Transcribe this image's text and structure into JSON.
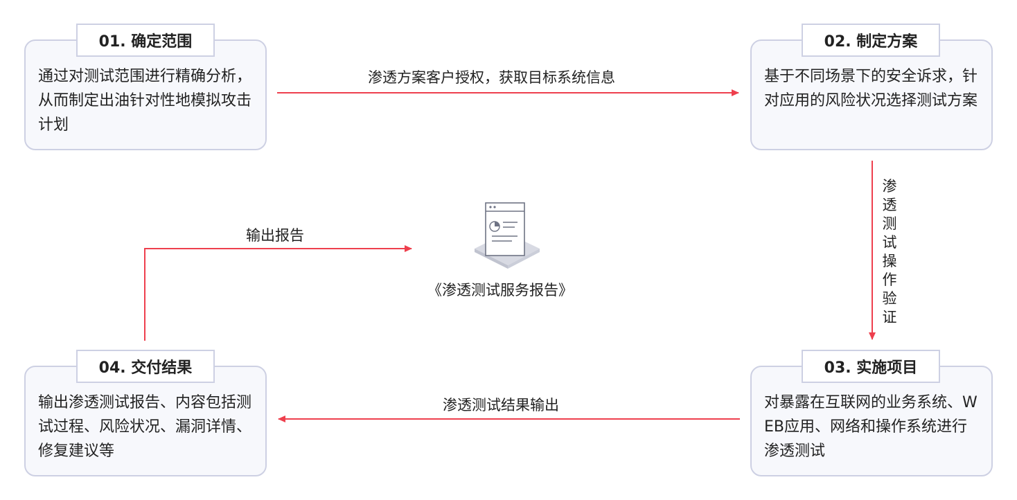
{
  "steps": [
    {
      "tag": "01. 确定范围",
      "text": "通过对测试范围进行精确分析，从而制定出油针对性地模拟攻击计划"
    },
    {
      "tag": "02. 制定方案",
      "text": "基于不同场景下的安全诉求，针对应用的风险状况选择测试方案"
    },
    {
      "tag": "03. 实施项目",
      "text": "对暴露在互联网的业务系统、WEB应用、网络和操作系统进行渗透测试"
    },
    {
      "tag": "04. 交付结果",
      "text": "输出渗透测试报告、内容包括测试过程、风险状况、漏洞详情、修复建议等"
    }
  ],
  "edges": {
    "step1_to_step2": "渗透方案客户授权，获取目标系统信息",
    "step2_to_step3": "渗透测试操作验证",
    "step3_to_step4": "渗透测试结果输出",
    "step4_to_report": "输出报告"
  },
  "report": {
    "title": "《渗透测试服务报告》",
    "icon": "report-document-icon"
  },
  "colors": {
    "arrow": "#ee3f4d",
    "card_border": "#cdd0e3",
    "card_bg": "#f7f8fc"
  }
}
